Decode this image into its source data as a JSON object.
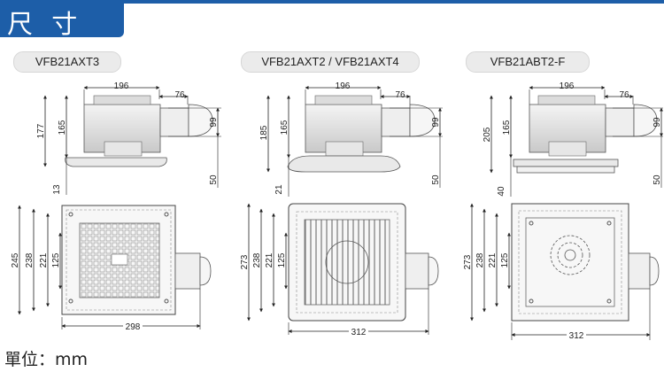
{
  "header": {
    "title": "尺 寸 圖"
  },
  "models": [
    {
      "name": "VFB21AXT3",
      "side": {
        "width": "196",
        "duct": "76",
        "duct_height": "99",
        "total_height": "177",
        "body_height": "165",
        "projection": "13",
        "duct_offset": "50"
      },
      "bottom": {
        "outer": "245",
        "inner": "238",
        "opening": "221",
        "slot": "125",
        "width": "298"
      }
    },
    {
      "name": "VFB21AXT2 / VFB21AXT4",
      "side": {
        "width": "196",
        "duct": "76",
        "duct_height": "99",
        "total_height": "185",
        "body_height": "165",
        "projection": "21",
        "duct_offset": "50"
      },
      "bottom": {
        "outer": "273",
        "inner": "238",
        "opening": "221",
        "slot": "125",
        "width": "312"
      }
    },
    {
      "name": "VFB21ABT2-F",
      "side": {
        "width": "196",
        "duct": "76",
        "duct_height": "99",
        "total_height": "205",
        "body_height": "165",
        "projection": "40",
        "duct_offset": "50"
      },
      "bottom": {
        "outer": "273",
        "inner": "238",
        "opening": "221",
        "slot": "125",
        "width": "312"
      }
    }
  ],
  "footer": {
    "unit_label": "單位：mm"
  }
}
